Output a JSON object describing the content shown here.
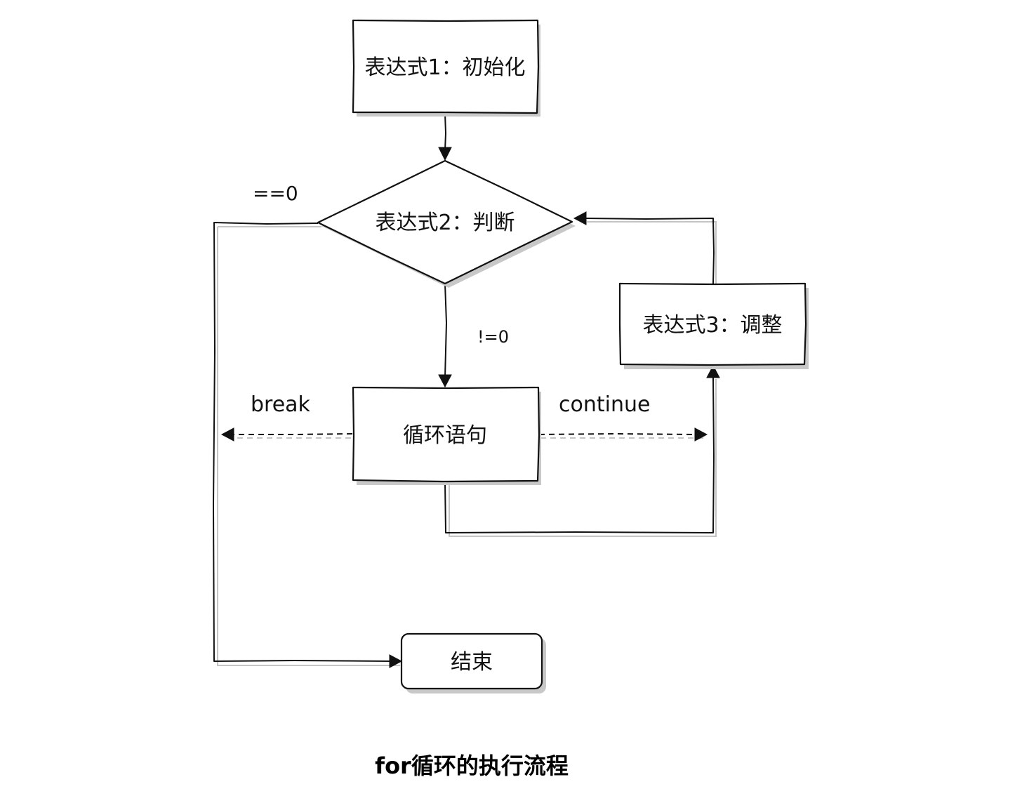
{
  "nodes": {
    "init": {
      "label": "表达式1：初始化"
    },
    "judge": {
      "label": "表达式2：判断"
    },
    "adjust": {
      "label": "表达式3：调整"
    },
    "body": {
      "label": "循环语句"
    },
    "end": {
      "label": "结束"
    }
  },
  "edges": {
    "false_label": "==0",
    "true_label": "!=0",
    "break_label": "break",
    "continue_label": "continue"
  },
  "caption": "for循环的执行流程"
}
